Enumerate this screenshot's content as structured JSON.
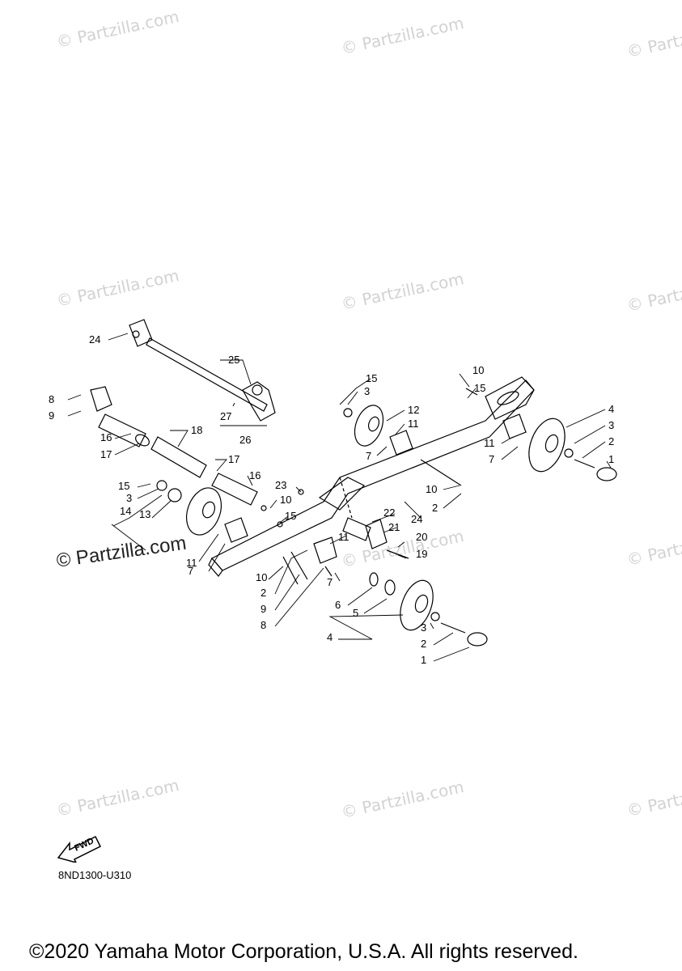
{
  "watermark": "© Partzilla.com",
  "diagram_code": "8ND1300-U310",
  "fwd_label": "FWD",
  "copyright": "©2020 Yamaha Motor Corporation, U.S.A. All rights reserved.",
  "callouts": [
    "1",
    "2",
    "3",
    "4",
    "5",
    "6",
    "7",
    "8",
    "9",
    "10",
    "11",
    "12",
    "13",
    "14",
    "15",
    "16",
    "17",
    "18",
    "19",
    "20",
    "21",
    "22",
    "23",
    "24",
    "25",
    "26",
    "27"
  ]
}
